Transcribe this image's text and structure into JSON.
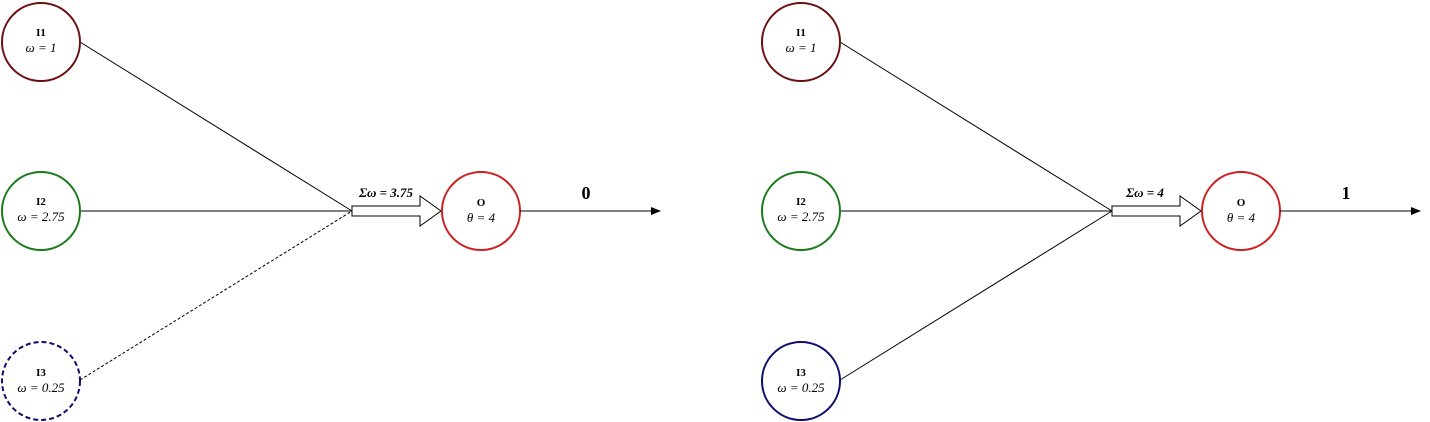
{
  "colors": {
    "i1": "#6b0f0f",
    "i2": "#1a7a1a",
    "i3": "#0d0d6b",
    "output": "#cc1f1f",
    "line": "#000000"
  },
  "panels": [
    {
      "inputs": [
        {
          "name": "I1",
          "value": "ω = 1",
          "active": true
        },
        {
          "name": "I2",
          "value": "ω = 2.75",
          "active": true
        },
        {
          "name": "I3",
          "value": "ω = 0.25",
          "active": false
        }
      ],
      "sum_label": "Σω = 3.75",
      "neuron": {
        "name": "O",
        "value": "θ = 4"
      },
      "output": "0"
    },
    {
      "inputs": [
        {
          "name": "I1",
          "value": "ω = 1",
          "active": true
        },
        {
          "name": "I2",
          "value": "ω = 2.75",
          "active": true
        },
        {
          "name": "I3",
          "value": "ω = 0.25",
          "active": true
        }
      ],
      "sum_label": "Σω = 4",
      "neuron": {
        "name": "O",
        "value": "θ = 4"
      },
      "output": "1"
    }
  ]
}
